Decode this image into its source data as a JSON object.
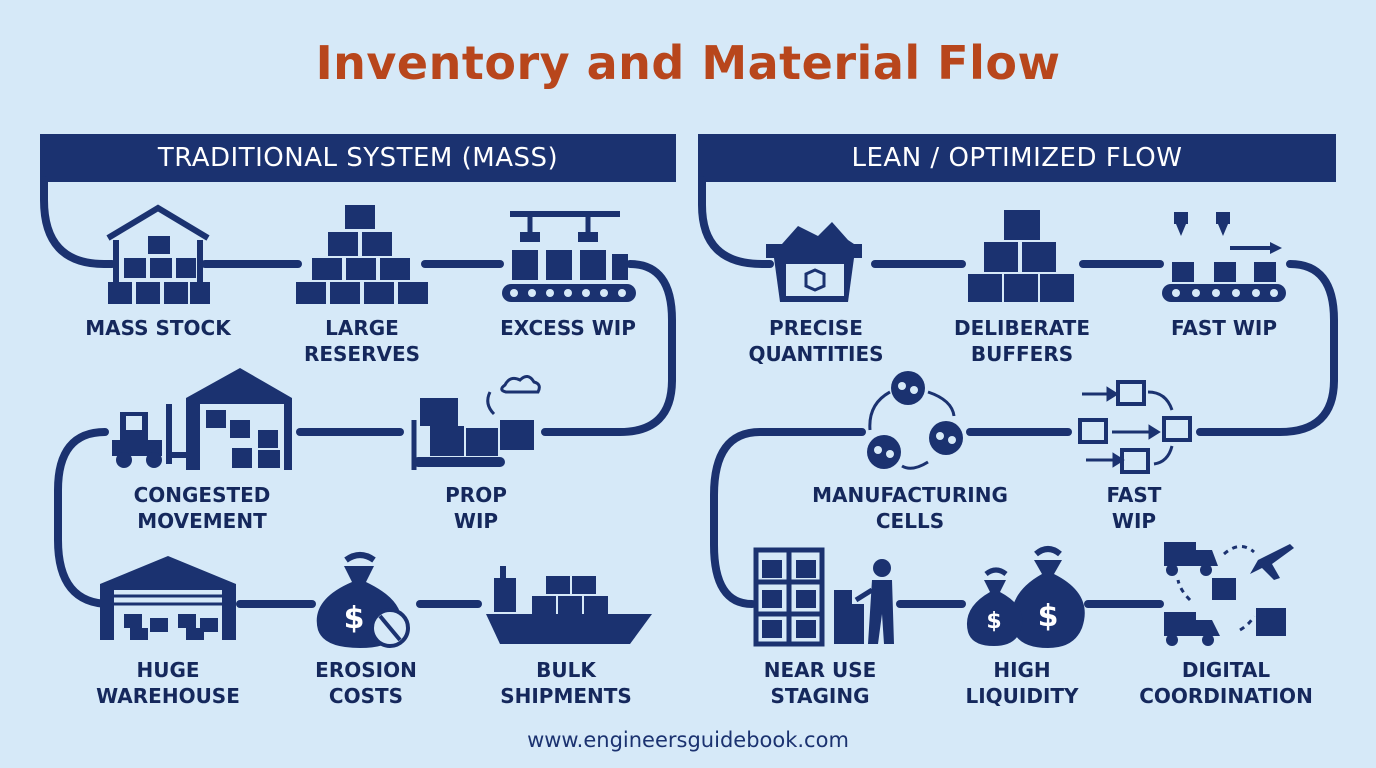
{
  "title": "Inventory and Material Flow",
  "traditional": {
    "heading": "TRADITIONAL SYSTEM (MASS)",
    "items": [
      {
        "label": "MASS STOCK",
        "icon": "warehouse-boxes-icon"
      },
      {
        "label": "LARGE\nRESERVES",
        "icon": "box-pyramid-icon"
      },
      {
        "label": "EXCESS WIP",
        "icon": "conveyor-robot-icon"
      },
      {
        "label": "PROP\nWIP",
        "icon": "conveyor-cloud-icon"
      },
      {
        "label": "CONGESTED\nMOVEMENT",
        "icon": "forklift-warehouse-icon"
      },
      {
        "label": "HUGE\nWAREHOUSE",
        "icon": "large-warehouse-icon"
      },
      {
        "label": "EROSION\nCOSTS",
        "icon": "money-bag-erosion-icon"
      },
      {
        "label": "BULK\nSHIPMENTS",
        "icon": "cargo-ship-icon"
      }
    ]
  },
  "lean": {
    "heading": "LEAN / OPTIMIZED FLOW",
    "items": [
      {
        "label": "PRECISE\nQUANTITIES",
        "icon": "bin-icon"
      },
      {
        "label": "DELIBERATE\nBUFFERS",
        "icon": "box-stack-icon"
      },
      {
        "label": "FAST WIP",
        "icon": "conveyor-arrow-icon"
      },
      {
        "label": "FAST\nWIP",
        "icon": "flow-boxes-icon"
      },
      {
        "label": "MANUFACTURING\nCELLS",
        "icon": "cycle-cells-icon"
      },
      {
        "label": "NEAR USE\nSTAGING",
        "icon": "shelf-worker-icon"
      },
      {
        "label": "HIGH\nLIQUIDITY",
        "icon": "money-bags-icon"
      },
      {
        "label": "DIGITAL\nCOORDINATION",
        "icon": "truck-plane-icon"
      }
    ]
  },
  "footer": "www.engineersguidebook.com",
  "colors": {
    "navy": "#1b3270",
    "title": "#b8461c",
    "background": "#d6e9f8"
  }
}
